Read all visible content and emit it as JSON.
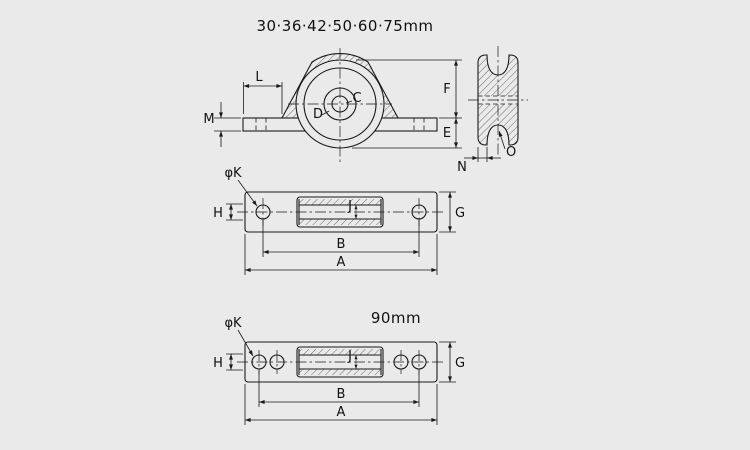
{
  "colors": {
    "background": "#eaeaea",
    "line": "#1a1a1a"
  },
  "drawing": {
    "title": "30·36·42·50·60·75mm",
    "views": {
      "side": {
        "L": "L",
        "M": "M",
        "C": "C",
        "D": "D",
        "F": "F",
        "E": "E"
      },
      "section": {
        "N": "N",
        "O": "O"
      },
      "plan": {
        "phi_k": "φK",
        "H": "H",
        "J": "J",
        "G": "G",
        "B": "B",
        "A": "A"
      },
      "plan90": {
        "label": "90mm",
        "phi_k": "φK",
        "H": "H",
        "J": "J",
        "G": "G",
        "B": "B",
        "A": "A"
      }
    }
  }
}
